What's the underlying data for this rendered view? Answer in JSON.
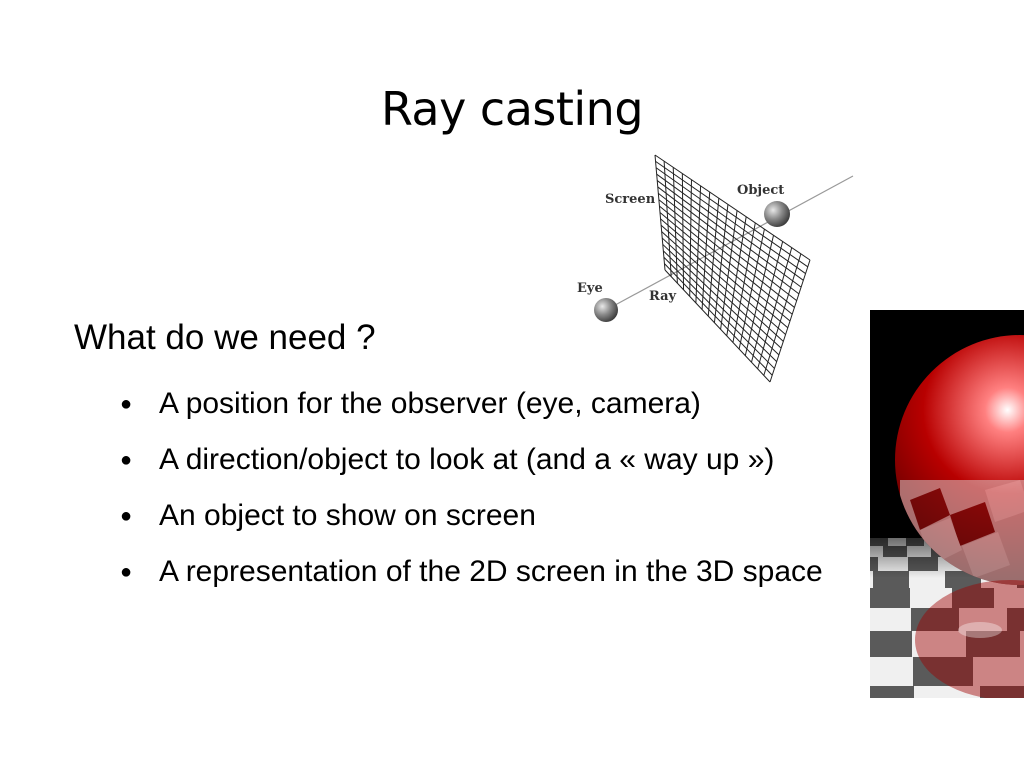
{
  "slide": {
    "title": "Ray casting",
    "heading": "What do we need ?",
    "bullets": [
      "A position for the observer (eye, camera)",
      "A direction/object to look at (and a « way up »)",
      "An object to show on screen",
      "A representation of the 2D screen in the 3D space"
    ]
  },
  "diagram": {
    "labels": {
      "screen": "Screen",
      "object": "Object",
      "eye": "Eye",
      "ray": "Ray"
    }
  }
}
